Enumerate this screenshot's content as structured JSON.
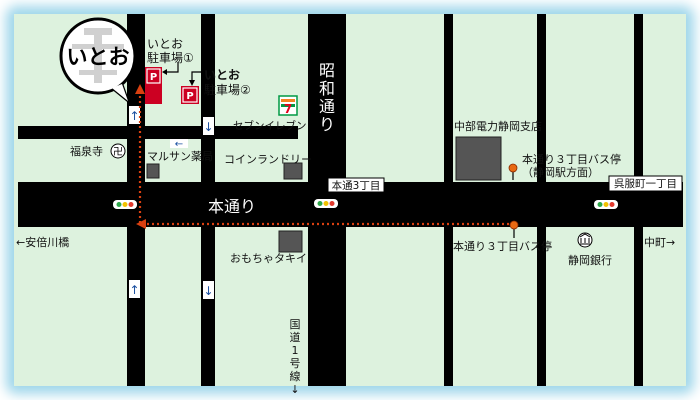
{
  "shop": {
    "logo_text": "いとお"
  },
  "parking": {
    "lot1": [
      "いとお",
      "駐車場①"
    ],
    "lot2": [
      "いとお",
      "駐車場②"
    ],
    "sign": "P"
  },
  "streets": {
    "hon_dori": "本通り",
    "showa_dori": [
      "昭",
      "和",
      "通",
      "り"
    ],
    "route1": [
      "国",
      "道",
      "1",
      "号",
      "線"
    ]
  },
  "places": {
    "fukusenji": "福泉寺",
    "marusan": "マルサン薬局",
    "seven": "セブンイレブン",
    "laundry": "コインランドリー",
    "chubu": "中部電力静岡支店",
    "busstop_north": [
      "本通り３丁目バス停",
      "（静岡駅方面）"
    ],
    "busstop_south": "本通り３丁目バス停",
    "omocha": "おもちゃタキイ",
    "bank": "静岡銀行"
  },
  "signs": {
    "hon3": "本通3丁目",
    "gofuku": "呉服町一丁目"
  },
  "directions": {
    "west": "←安倍川橋",
    "east": "中町→",
    "route_down": "↓"
  },
  "colors": {
    "road": "#000000",
    "block": "#ddf2de",
    "shadow": "#8fd0e8",
    "parking": "#cc0022",
    "route_line": "#d94010"
  }
}
